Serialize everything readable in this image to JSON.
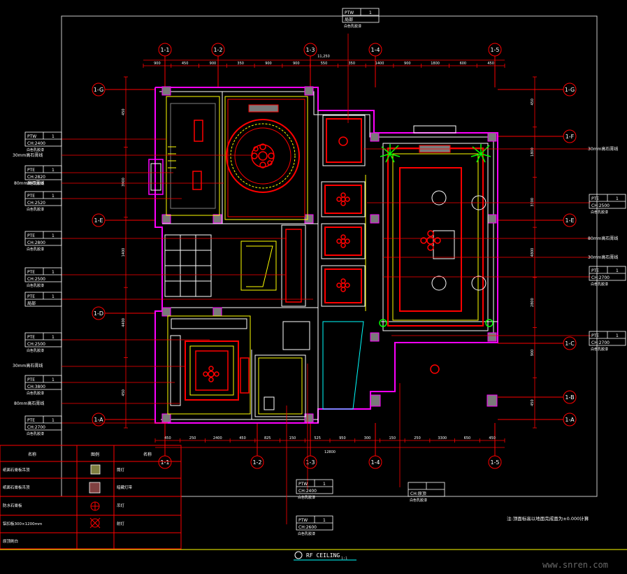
{
  "grid_top": [
    "1-1",
    "1-2",
    "1-3",
    "1-4",
    "1-5"
  ],
  "grid_bottom": [
    "1-1",
    "1-2",
    "1-3",
    "1-4",
    "1-5"
  ],
  "grid_left": [
    "1-G",
    "1-E",
    "1-D",
    "1-A"
  ],
  "grid_right": [
    "1-G",
    "1-F",
    "1-E",
    "1-C",
    "1-B",
    "1-A"
  ],
  "dims_top": [
    "900",
    "450",
    "900",
    "350",
    "900",
    "900",
    "550",
    "350",
    "1400",
    "900",
    "1800",
    "600",
    "450"
  ],
  "dim_top_total": "11,250",
  "dims_bottom": [
    "450",
    "250",
    "2400",
    "450",
    "825",
    "150",
    "525",
    "950",
    "300",
    "150",
    "250",
    "3300",
    "650",
    "450"
  ],
  "dim_bottom_total": "12800",
  "dims_left": [
    "450",
    "3900",
    "1400",
    "4400",
    "450"
  ],
  "dims_right": [
    "450",
    "1800",
    "3300",
    "4800",
    "2800",
    "900",
    "450"
  ],
  "tags_left": [
    {
      "code": "PTW",
      "n": "1",
      "ch": "CH:2400",
      "note": "白色乳胶漆"
    },
    {
      "code": "PTE",
      "n": "1",
      "ch": "CH:2820",
      "note": "白色乳胶漆"
    },
    {
      "code": "PTE",
      "n": "1",
      "ch": "CH:2520",
      "note": "白色乳胶漆"
    },
    {
      "code": "PTE",
      "n": "1",
      "ch": "CH:2800",
      "note": "白色乳胶漆"
    },
    {
      "code": "PTE",
      "n": "1",
      "ch": "CH:2500",
      "note": "白色乳胶漆"
    },
    {
      "code": "PTE",
      "n": "1",
      "ch": "局部",
      "note": ""
    },
    {
      "code": "PTE",
      "n": "1",
      "ch": "CH:2500",
      "note": "白色乳胶漆"
    },
    {
      "code": "PTE",
      "n": "1",
      "ch": "CH:3800",
      "note": "白色乳胶漆"
    },
    {
      "code": "PTE",
      "n": "1",
      "ch": "CH:2700",
      "note": "白色乳胶漆"
    }
  ],
  "tag_top": {
    "code": "PTW",
    "n": "1",
    "ch": "局部",
    "note": "白色乳胶漆"
  },
  "tags_right": [
    {
      "code": "PTE",
      "n": "1",
      "ch": "CH:2500",
      "note": "白色乳胶漆"
    },
    {
      "code": "PTE",
      "n": "1",
      "ch": "CH:2700",
      "note": "白色乳胶漆"
    },
    {
      "code": "PTE",
      "n": "1",
      "ch": "CH:2700",
      "note": "白色乳胶漆"
    }
  ],
  "tags_bottom": [
    {
      "code": "PTW",
      "n": "1",
      "ch": "CH:2400",
      "note": "白色乳胶漆"
    },
    {
      "code": "PTW",
      "n": "1",
      "ch": "CH:2600",
      "note": "白色乳胶漆"
    },
    {
      "code": "",
      "n": "",
      "ch": "CH:原顶",
      "note": "白色乳胶漆"
    }
  ],
  "notes_left": [
    "30mm高石膏线",
    "80mm高石膏线",
    "30mm高石膏线",
    "80mm高石膏线"
  ],
  "notes_right": [
    "30mm高石膏线",
    "80mm高石膏线",
    "30mm高石膏线"
  ],
  "legend": {
    "header_left": "名称",
    "header_mid": "图例",
    "header_right": "名称",
    "rows": [
      {
        "left": "纸面石膏板吊顶",
        "right": "筒灯"
      },
      {
        "left": "纸面石膏板吊顶",
        "right": "暗藏灯带"
      },
      {
        "left": "防水石膏板",
        "right": "吊灯"
      },
      {
        "left": "铝扣板300×1200mm",
        "right": "射灯"
      },
      {
        "left": "原顶刷白",
        "right": ""
      }
    ]
  },
  "footer_note": "注:顶面标高以地面完成面为±0.000计算",
  "title": "RF CEILING",
  "title_sub": "1:1",
  "watermark": "www.snren.com",
  "colors": {
    "red": "#ff0000",
    "yellow": "#ffff00",
    "magenta": "#ff00ff",
    "white": "#ffffff",
    "cyan": "#00ffff",
    "gray": "#808080",
    "green": "#00ff00"
  }
}
